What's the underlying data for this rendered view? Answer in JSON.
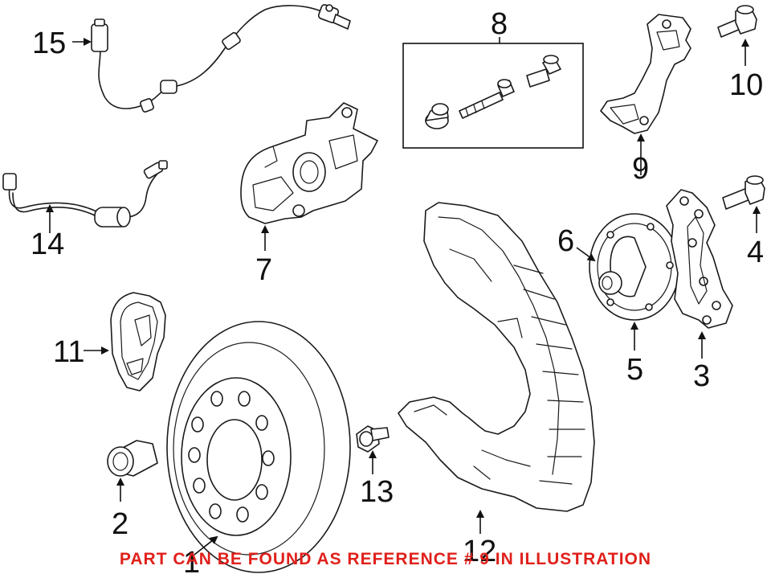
{
  "diagram": {
    "callouts": {
      "c1": "1",
      "c2": "2",
      "c3": "3",
      "c4": "4",
      "c5": "5",
      "c6": "6",
      "c7": "7",
      "c8": "8",
      "c9": "9",
      "c10": "10",
      "c11": "11",
      "c12": "12",
      "c13": "13",
      "c14": "14",
      "c15": "15"
    },
    "note": "PART CAN BE FOUND AS REFERENCE # 9 IN ILLUSTRATION",
    "colors": {
      "line": "#1a1a1a",
      "note": "#e0201b",
      "background": "#ffffff"
    }
  }
}
